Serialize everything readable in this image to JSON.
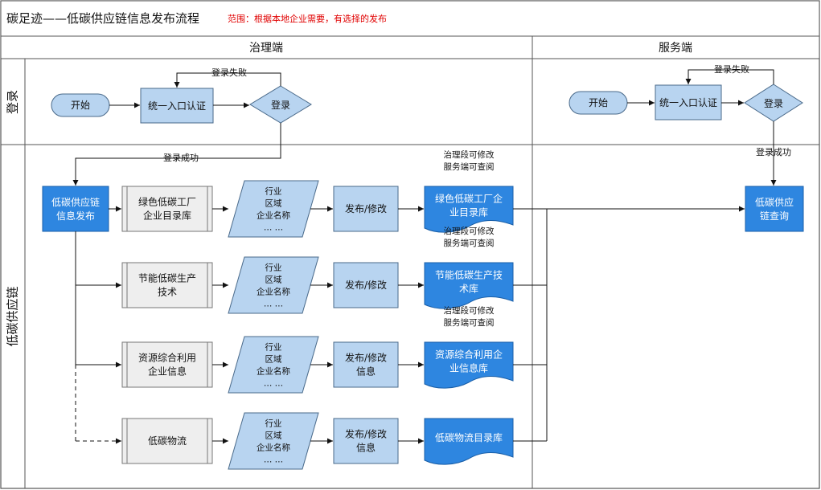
{
  "title": "碳足迹——低碳供应链信息发布流程",
  "scope_note": "范围：根据本地企业需要，有选择的发布",
  "lanes": {
    "governance": "治理端",
    "service": "服务端",
    "login": "登录",
    "supply_chain": "低碳供应链"
  },
  "login_left": {
    "start": "开始",
    "unified_auth": "统一入口认证",
    "login": "登录",
    "fail": "登录失败",
    "success": "登录成功"
  },
  "login_right": {
    "start": "开始",
    "unified_auth": "统一入口认证",
    "login": "登录",
    "fail": "登录失败",
    "success": "登录成功"
  },
  "publish_node": [
    "低碳供应链",
    "信息发布"
  ],
  "query_node": [
    "低碳供应",
    "链查询"
  ],
  "rows": [
    {
      "category": [
        "绿色低碳工厂",
        "企业目录库"
      ],
      "fields": [
        "行业",
        "区域",
        "企业名称",
        "… …"
      ],
      "action": [
        "发布/修改"
      ],
      "note": [
        "治理段可修改",
        "服务端可查阅"
      ],
      "library": [
        "绿色低碳工厂企",
        "业目录库"
      ]
    },
    {
      "category": [
        "节能低碳生产",
        "技术"
      ],
      "fields": [
        "行业",
        "区域",
        "企业名称",
        "… …"
      ],
      "action": [
        "发布/修改"
      ],
      "note": [
        "治理段可修改",
        "服务端可查阅"
      ],
      "library": [
        "节能低碳生产技",
        "术库"
      ]
    },
    {
      "category": [
        "资源综合利用",
        "企业信息"
      ],
      "fields": [
        "行业",
        "区域",
        "企业名称",
        "… …"
      ],
      "action": [
        "发布/修改",
        "信息"
      ],
      "note": [
        "治理段可修改",
        "服务端可查阅"
      ],
      "library": [
        "资源综合利用企",
        "业信息库"
      ]
    },
    {
      "category": [
        "低碳物流"
      ],
      "fields": [
        "行业",
        "区域",
        "企业名称",
        "… …"
      ],
      "action": [
        "发布/修改",
        "信息"
      ],
      "note": [],
      "library": [
        "低碳物流目录库"
      ]
    }
  ],
  "colors": {
    "light_blue": "#b8d4f0",
    "dark_blue": "#2e86e0",
    "gray_box": "#eeeeee",
    "border": "#555555",
    "scope_red": "#e00000"
  }
}
